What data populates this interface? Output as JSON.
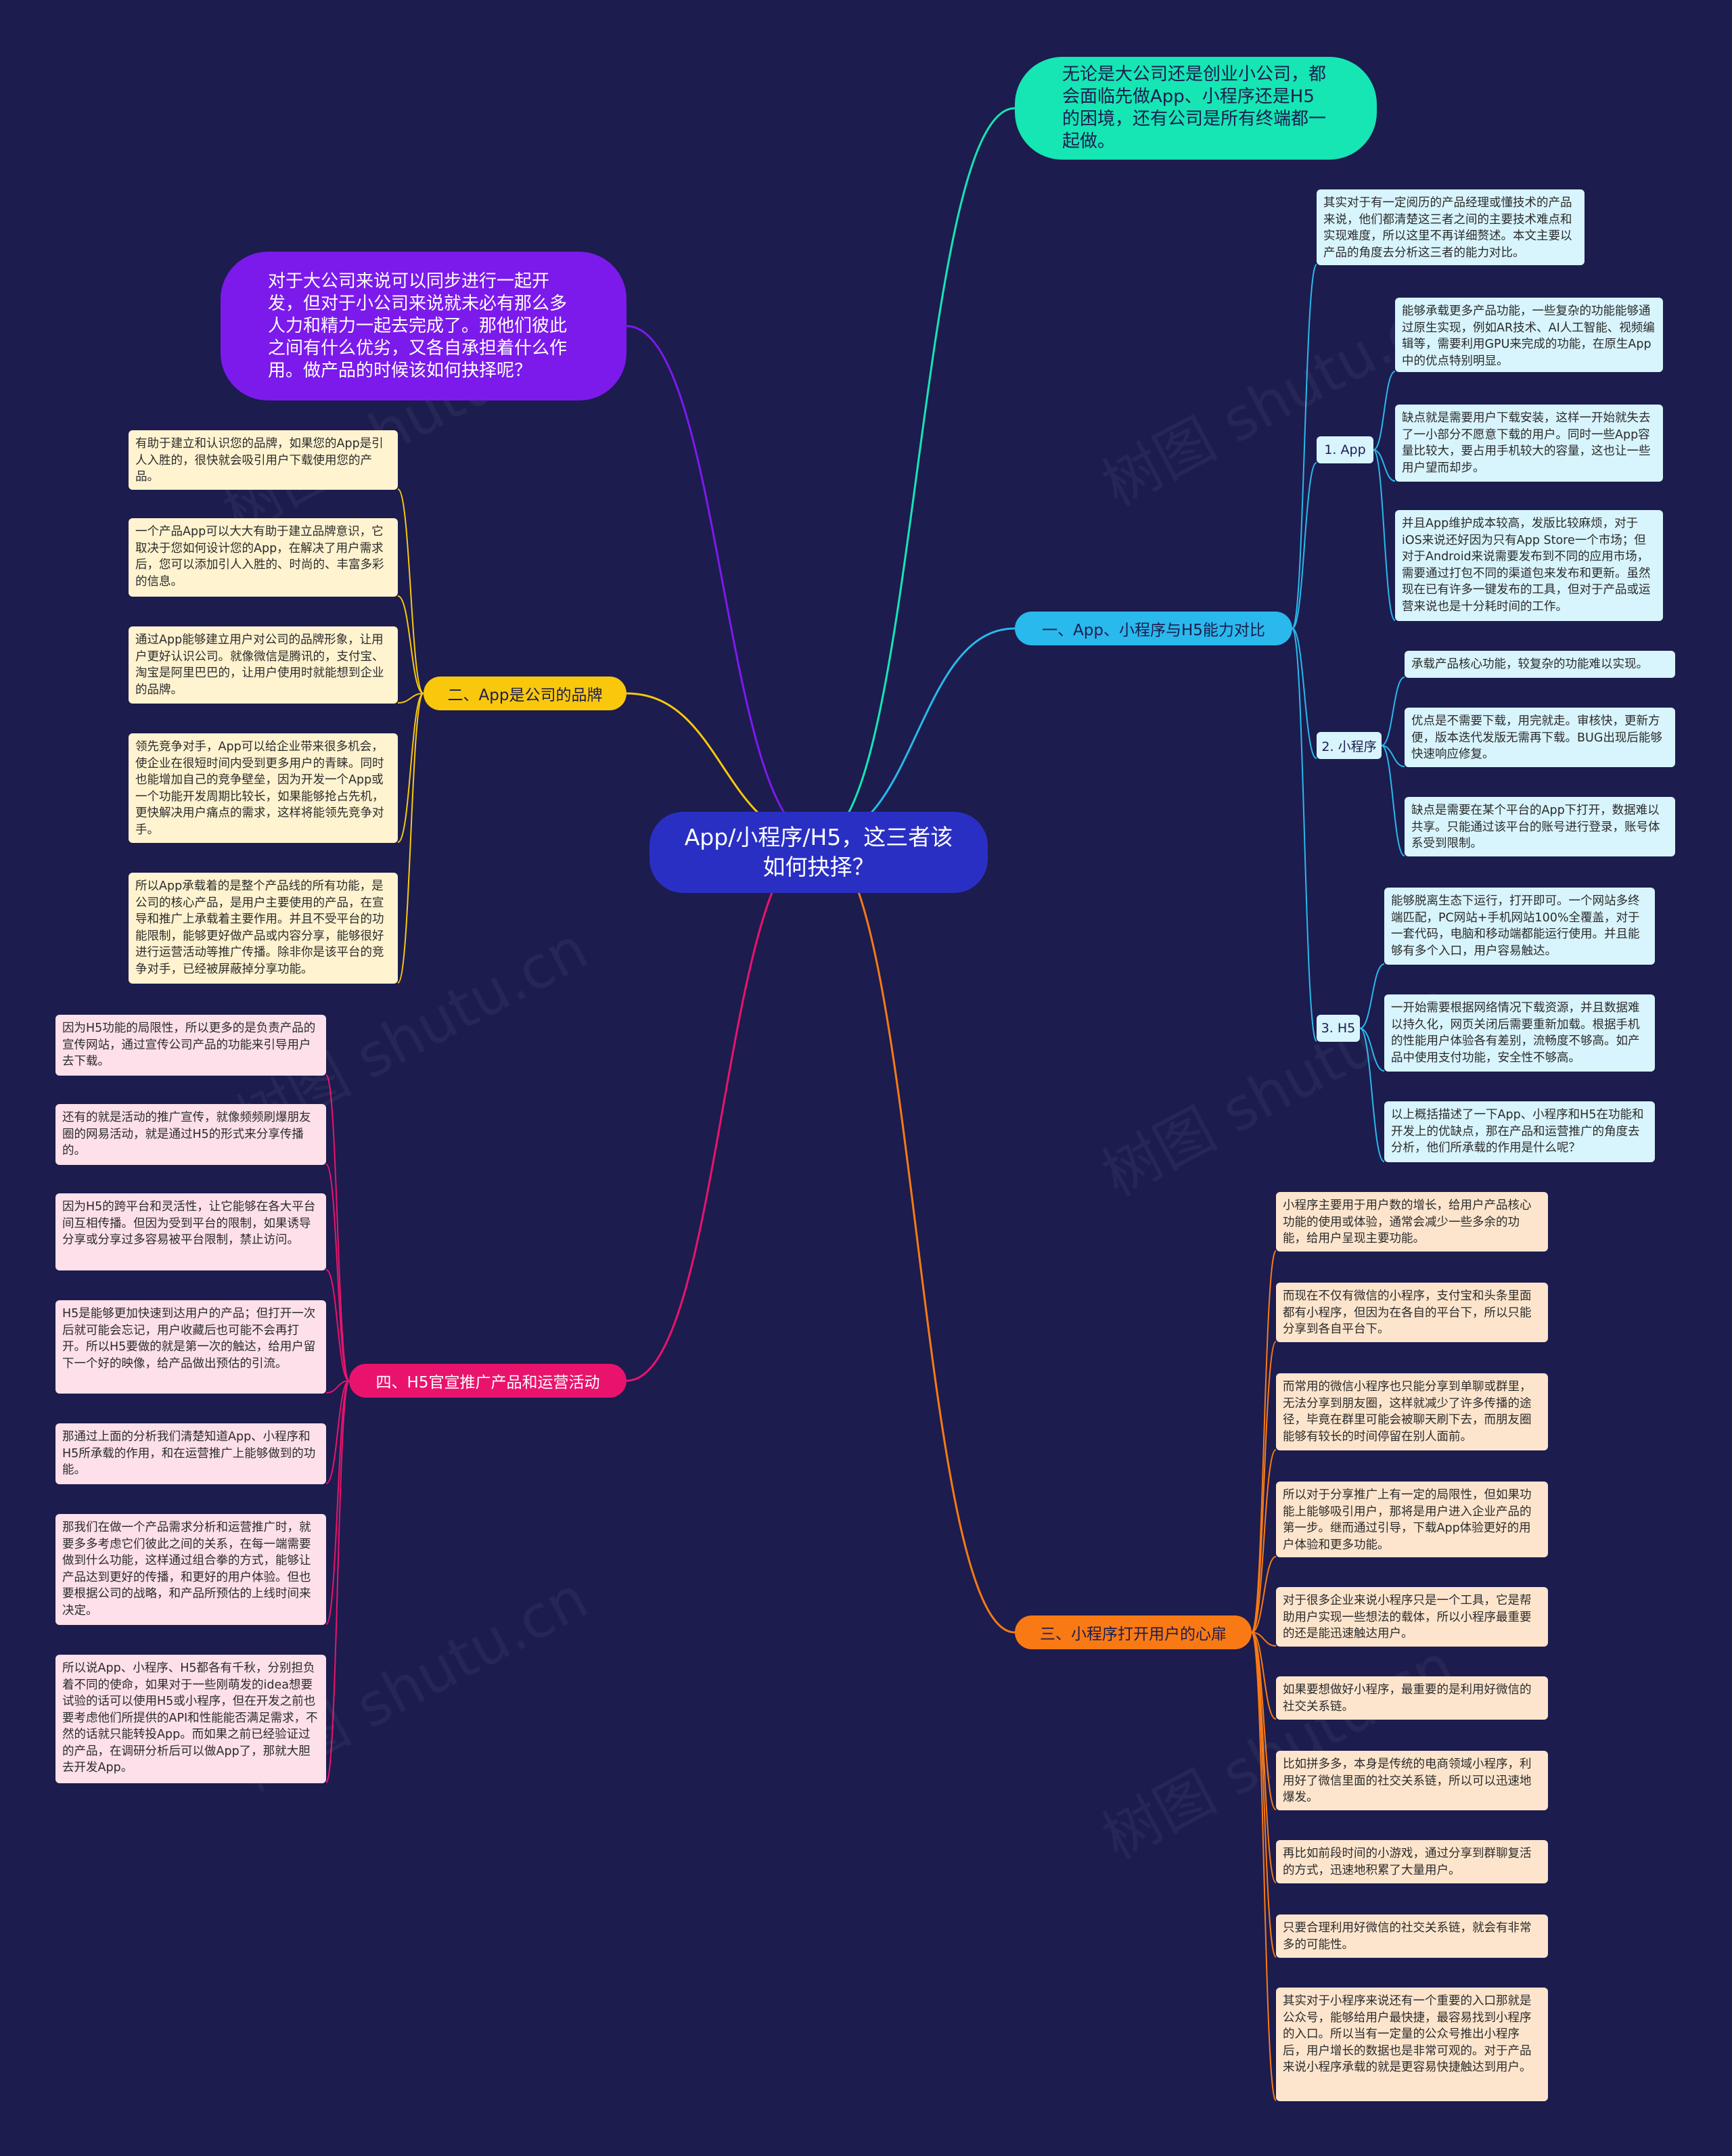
{
  "central_topic": "App/小程序/H5，这三者该如何抉择？",
  "intro_right": "无论是大公司还是创业小公司，都会面临先做App、小程序还是H5的困境，还有公司是所有终端都一起做。",
  "intro_left": "对于大公司来说可以同步进行一起开发，但对于小公司来说就未必有那么多人力和精力一起去完成了。那他们彼此之间有什么优劣，又各自承担着什么作用。做产品的时候该如何抉择呢？",
  "watermark_text": "树图 shutu.cn",
  "colors": {
    "background": "#1c1c4e",
    "center": "#2a2fc4",
    "intro_right": "#16e5b4",
    "intro_left": "#7c1aec",
    "branch1": "#29b9ec",
    "branch2": "#f9c80d",
    "branch3": "#f97a14",
    "branch4": "#e9136d"
  },
  "branch1": {
    "label": "一、App、小程序与H5能力对比",
    "intro": "其实对于有一定阅历的产品经理或懂技术的产品来说，他们都清楚这三者之间的主要技术难点和实现难度，所以这里不再详细赘述。本文主要以产品的角度去分析这三者的能力对比。",
    "app": {
      "label": "1. App",
      "items": [
        "能够承载更多产品功能，一些复杂的功能能够通过原生实现，例如AR技术、AI人工智能、视频编辑等，需要利用GPU来完成的功能，在原生App中的优点特别明显。",
        "缺点就是需要用户下载安装，这样一开始就失去了一小部分不愿意下载的用户。同时一些App容量比较大，要占用手机较大的容量，这也让一些用户望而却步。",
        "并且App维护成本较高，发版比较麻烦，对于iOS来说还好因为只有App Store一个市场；但对于Android来说需要发布到不同的应用市场，需要通过打包不同的渠道包来发布和更新。虽然现在已有许多一键发布的工具，但对于产品或运营来说也是十分耗时间的工作。"
      ]
    },
    "mini": {
      "label": "2. 小程序",
      "items": [
        "承载产品核心功能，较复杂的功能难以实现。",
        "优点是不需要下载，用完就走。审核快，更新方便，版本迭代发版无需再下载。BUG出现后能够快速响应修复。",
        "缺点是需要在某个平台的App下打开，数据难以共享。只能通过该平台的账号进行登录，账号体系受到限制。"
      ]
    },
    "h5": {
      "label": "3. H5",
      "items": [
        "能够脱离生态下运行，打开即可。一个网站多终端匹配，PC网站+手机网站100%全覆盖，对于一套代码，电脑和移动端都能运行使用。并且能够有多个入口，用户容易触达。",
        "一开始需要根据网络情况下载资源，并且数据难以持久化，网页关闭后需要重新加载。根据手机的性能用户体验各有差别，流畅度不够高。如产品中使用支付功能，安全性不够高。",
        "以上概括描述了一下App、小程序和H5在功能和开发上的优缺点，那在产品和运营推广的角度去分析，他们所承载的作用是什么呢？"
      ]
    }
  },
  "branch2": {
    "label": "二、App是公司的品牌",
    "items": [
      "有助于建立和认识您的品牌，如果您的App是引人入胜的，很快就会吸引用户下载使用您的产品。",
      "一个产品App可以大大有助于建立品牌意识，它取决于您如何设计您的App，在解决了用户需求后，您可以添加引人入胜的、时尚的、丰富多彩的信息。",
      "通过App能够建立用户对公司的品牌形象，让用户更好认识公司。就像微信是腾讯的，支付宝、淘宝是阿里巴巴的，让用户使用时就能想到企业的品牌。",
      "领先竞争对手，App可以给企业带来很多机会，使企业在很短时间内受到更多用户的青睐。同时也能增加自己的竞争壁垒，因为开发一个App或一个功能开发周期比较长，如果能够抢占先机，更快解决用户痛点的需求，这样将能领先竞争对手。",
      "所以App承载着的是整个产品线的所有功能，是公司的核心产品，是用户主要使用的产品，在宣导和推广上承载着主要作用。并且不受平台的功能限制，能够更好做产品或内容分享，能够很好进行运营活动等推广传播。除非你是该平台的竞争对手，已经被屏蔽掉分享功能。"
    ]
  },
  "branch3": {
    "label": "三、小程序打开用户的心扉",
    "items": [
      "小程序主要用于用户数的增长，给用户产品核心功能的使用或体验，通常会减少一些多余的功能，给用户呈现主要功能。",
      "而现在不仅有微信的小程序，支付宝和头条里面都有小程序，但因为在各自的平台下，所以只能分享到各自平台下。",
      "而常用的微信小程序也只能分享到单聊或群里，无法分享到朋友圈，这样就减少了许多传播的途径，毕竟在群里可能会被聊天刷下去，而朋友圈能够有较长的时间停留在别人面前。",
      "所以对于分享推广上有一定的局限性，但如果功能上能够吸引用户，那将是用户进入企业产品的第一步。继而通过引导，下载App体验更好的用户体验和更多功能。",
      "对于很多企业来说小程序只是一个工具，它是帮助用户实现一些想法的载体，所以小程序最重要的还是能迅速触达用户。",
      "如果要想做好小程序，最重要的是利用好微信的社交关系链。",
      "比如拼多多，本身是传统的电商领域小程序，利用好了微信里面的社交关系链，所以可以迅速地爆发。",
      "再比如前段时间的小游戏，通过分享到群聊复活的方式，迅速地积累了大量用户。",
      "只要合理利用好微信的社交关系链，就会有非常多的可能性。",
      "其实对于小程序来说还有一个重要的入口那就是公众号，能够给用户最快捷，最容易找到小程序的入口。所以当有一定量的公众号推出小程序后，用户增长的数据也是非常可观的。对于产品来说小程序承载的就是更容易快捷触达到用户。"
    ]
  },
  "branch4": {
    "label": "四、H5官宣推广产品和运营活动",
    "items": [
      "因为H5功能的局限性，所以更多的是负责产品的宣传网站，通过宣传公司产品的功能来引导用户去下载。",
      "还有的就是活动的推广宣传，就像频频刷爆朋友圈的网易活动，就是通过H5的形式来分享传播的。",
      "因为H5的跨平台和灵活性，让它能够在各大平台间互相传播。但因为受到平台的限制，如果诱导分享或分享过多容易被平台限制，禁止访问。",
      "H5是能够更加快速到达用户的产品；但打开一次后就可能会忘记，用户收藏后也可能不会再打开。所以H5要做的就是第一次的触达，给用户留下一个好的映像，给产品做出预估的引流。",
      "那通过上面的分析我们清楚知道App、小程序和H5所承载的作用，和在运营推广上能够做到的功能。",
      "那我们在做一个产品需求分析和运营推广时，就要多多考虑它们彼此之间的关系，在每一端需要做到什么功能，这样通过组合拳的方式，能够让产品达到更好的传播，和更好的用户体验。但也要根据公司的战略，和产品所预估的上线时间来决定。",
      "所以说App、小程序、H5都各有千秋，分别担负着不同的使命，如果对于一些刚萌发的idea想要试验的话可以使用H5或小程序，但在开发之前也要考虑他们所提供的API和性能能否满足需求，不然的话就只能转投App。而如果之前已经验证过的产品，在调研分析后可以做App了，那就大胆去开发App。"
    ]
  }
}
